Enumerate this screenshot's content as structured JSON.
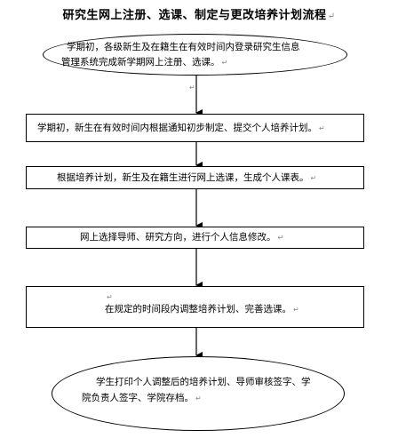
{
  "title": "研究生网上注册、选课、制定与更改培养计划流程",
  "paragraph_mark": "↵",
  "small_mark": "↵",
  "steps": [
    {
      "line1": "学期初，各级新生及在籍生在有效时间内登录研究生信息",
      "line2": "管理系统完成新学期网上注册、选课。"
    },
    {
      "line1": "学期初，新生在有效时间内根据通知初步制定、提交个人培养计划。"
    },
    {
      "line1": "根据培养计划，新生及在籍生进行网上选课，生成个人课表。"
    },
    {
      "line1": "网上选择导师、研究方向，进行个人信息修改。"
    },
    {
      "line1": "在规定的时间段内调整培养计划、完善选课。"
    },
    {
      "line1": "学生打印个人调整后的培养计划、导师审核签字、学",
      "line2": "院负责人签字、学院存档。"
    }
  ]
}
